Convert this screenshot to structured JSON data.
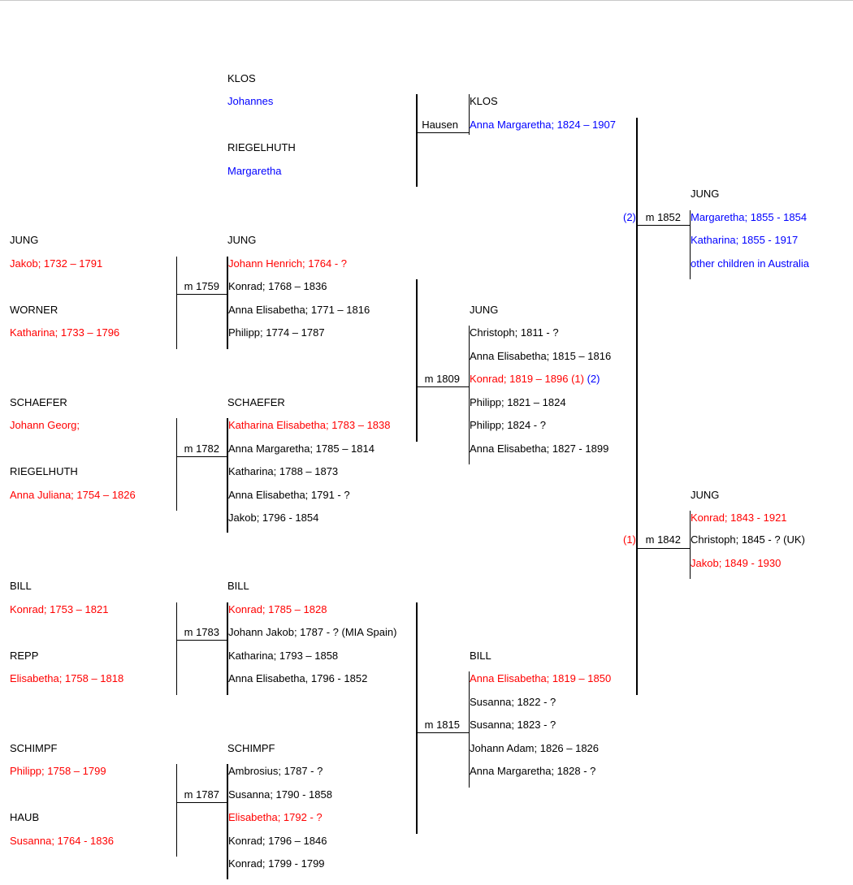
{
  "gen1": {
    "klos": {
      "surname": "KLOS",
      "given": "Johannes"
    },
    "riegelhuth": {
      "surname": "RIEGELHUTH",
      "given": "Margaretha"
    }
  },
  "gen0": {
    "jung": {
      "surname": "JUNG",
      "person": "Jakob; 1732 – 1791"
    },
    "worner": {
      "surname": "WORNER",
      "person": "Katharina; 1733 – 1796"
    },
    "schaefer": {
      "surname": "SCHAEFER",
      "person": "Johann Georg;"
    },
    "riegelhuth": {
      "surname": "RIEGELHUTH",
      "person": "Anna Juliana; 1754 – 1826"
    },
    "bill": {
      "surname": "BILL",
      "person": "Konrad; 1753 – 1821"
    },
    "repp": {
      "surname": "REPP",
      "person": "Elisabetha; 1758 – 1818"
    },
    "schimpf": {
      "surname": "SCHIMPF",
      "person": "Philipp; 1758 – 1799"
    },
    "haub": {
      "surname": "HAUB",
      "person": "Susanna; 1764 - 1836"
    }
  },
  "marriages0": {
    "m1759": "m 1759",
    "m1782": "m 1782",
    "m1783": "m 1783",
    "m1787": "m 1787"
  },
  "gen_children1": {
    "jung": {
      "surname": "JUNG",
      "children": [
        "Johann Henrich; 1764 - ?",
        "Konrad; 1768 – 1836",
        "Anna Elisabetha; 1771 – 1816",
        "Philipp; 1774 – 1787"
      ]
    },
    "schaefer": {
      "surname": "SCHAEFER",
      "children": [
        "Katharina Elisabetha; 1783 – 1838",
        "Anna Margaretha; 1785 – 1814",
        "Katharina; 1788 – 1873",
        "Anna Elisabetha; 1791 - ?",
        "Jakob; 1796 - 1854"
      ]
    },
    "bill": {
      "surname": "BILL",
      "children": [
        "Konrad; 1785 – 1828",
        "Johann Jakob; 1787 - ? (MIA Spain)",
        "Katharina; 1793 – 1858",
        "Anna Elisabetha, 1796 - 1852"
      ]
    },
    "schimpf": {
      "surname": "SCHIMPF",
      "children": [
        "Ambrosius; 1787 - ?",
        "Susanna; 1790 - 1858",
        "Elisabetha; 1792 - ?",
        "Konrad; 1796 – 1846",
        "Konrad; 1799 - 1799"
      ]
    }
  },
  "marriages1": {
    "hausen": "Hausen",
    "m1809": "m 1809",
    "m1815": "m 1815"
  },
  "gen2": {
    "klos": {
      "surname": "KLOS",
      "children": [
        "Anna Margaretha; 1824 – 1907"
      ]
    },
    "jung": {
      "surname": "JUNG",
      "children": [
        "Christoph; 1811 - ?",
        "Anna Elisabetha; 1815 – 1816",
        "Konrad; 1819 – 1896",
        "Philipp; 1821 – 1824",
        "Philipp; 1824 - ?",
        "Anna Elisabetha; 1827 - 1899"
      ],
      "konrad_marks": [
        "(1)",
        "(2)"
      ]
    },
    "bill": {
      "surname": "BILL",
      "children": [
        "Anna Elisabetha; 1819 – 1850",
        "Susanna; 1822 - ?",
        "Susanna; 1823 - ?",
        "Johann Adam; 1826 – 1826",
        "Anna Margaretha; 1828 - ?"
      ]
    }
  },
  "marriages2": {
    "m1852": {
      "mark": "(2)",
      "label": "m 1852"
    },
    "m1842": {
      "mark": "(1)",
      "label": "m 1842"
    }
  },
  "gen3": {
    "jung_second": {
      "surname": "JUNG",
      "children": [
        "Margaretha; 1855 - 1854",
        "Katharina; 1855 - 1917",
        "other children in Australia"
      ]
    },
    "jung_first": {
      "surname": "JUNG",
      "children": [
        "Konrad; 1843 - 1921",
        "Christoph; 1845 - ? (UK)",
        "Jakob; 1849 - 1930"
      ]
    }
  },
  "colors": {
    "red": "#ff0000",
    "blue": "#0000ff",
    "black": "#000000"
  }
}
